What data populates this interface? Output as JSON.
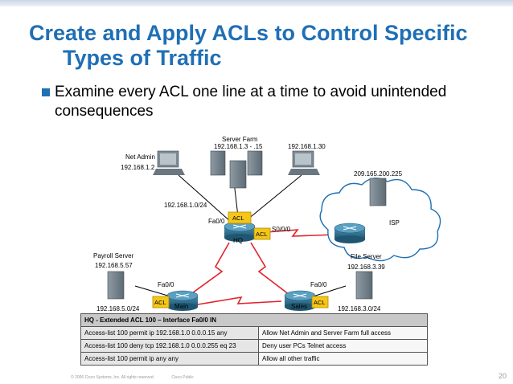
{
  "slide": {
    "title_line1": "Create and Apply ACLs to Control Specific",
    "title_line2": "Types of Traffic",
    "bullet": "Examine every ACL one line at a time to avoid unintended consequences",
    "footer_copyright": "© 2006 Cisco Systems, Inc. All rights reserved.",
    "footer_class": "Cisco Public",
    "page_number": "20"
  },
  "diagram": {
    "server_farm_label": "Server Farm",
    "server_farm_ip": "192.168.1.3 - .15",
    "net_admin_label": "Net Admin",
    "net_admin_ip": "192.168.1.2",
    "pc_ip": "192.168.1.30",
    "isp_server_ip": "209.165.200.225",
    "hq_lan": "192.168.1.0/24",
    "hq_fa": "Fa0/0",
    "hq_serial": "S0/0/0",
    "hq_name": "HQ",
    "isp_label": "ISP",
    "acl_label": "ACL",
    "payroll_label": "Payroll Server",
    "payroll_ip": "192.168.5.57",
    "file_label": "File Server",
    "file_ip": "192.168.3.39",
    "main_fa": "Fa0/0",
    "main_name": "Main",
    "main_lan": "192.168.5.0/24",
    "sales_fa": "Fa0/0",
    "sales_name": "Sales",
    "sales_lan": "192.168.3.0/24",
    "colors": {
      "router": "#2f6e8c",
      "wan_link": "#e0232a",
      "acl": "#f5c518",
      "title": "#1f6fb5"
    }
  },
  "acl_table": {
    "header": "HQ - Extended ACL 100 – Interface Fa0/0 IN",
    "rows": [
      {
        "statement": "Access-list 100 permit ip 192.168.1.0 0.0.0.15 any",
        "description": "Allow Net Admin and Server Farm full access"
      },
      {
        "statement": "Access-list 100 deny tcp 192.168.1.0 0.0.0.255 eq 23",
        "description": "Deny user PCs Telnet access"
      },
      {
        "statement": "Access-list 100 permit ip any any",
        "description": "Allow all other traffic"
      }
    ]
  }
}
